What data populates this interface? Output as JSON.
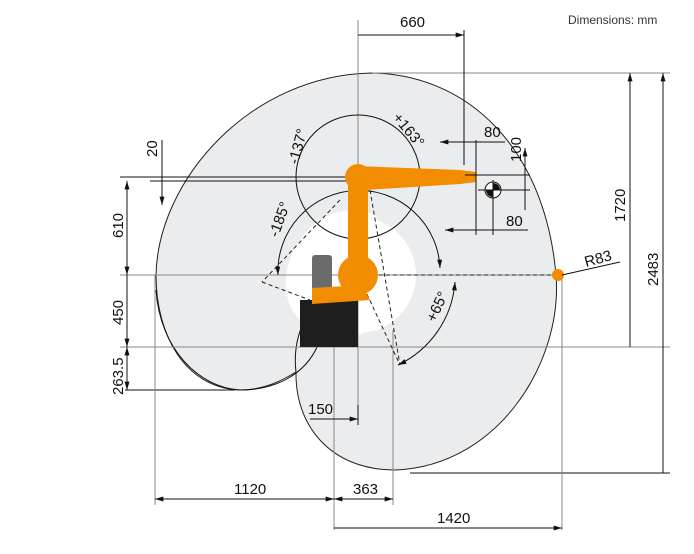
{
  "note": "Dimensions: mm",
  "dimensions": {
    "top_reach": "660",
    "flange_offset_top": "80",
    "flange_offset_vertical": "100",
    "flange_offset_bottom": "80",
    "offset_20": "20",
    "height_610": "610",
    "height_450": "450",
    "height_263_5": "263.5",
    "height_1720": "1720",
    "height_2483": "2483",
    "radius": "R83",
    "width_150": "150",
    "width_1120": "1120",
    "width_363": "363",
    "width_1420": "1420"
  },
  "angles": {
    "a3_neg": "-137°",
    "a3_pos": "+163°",
    "a2_neg": "-185°",
    "a2_pos": "+65°"
  },
  "colors": {
    "robot": "#f28c00",
    "workspace": "#ebecee",
    "base": "#1e1e1e"
  }
}
